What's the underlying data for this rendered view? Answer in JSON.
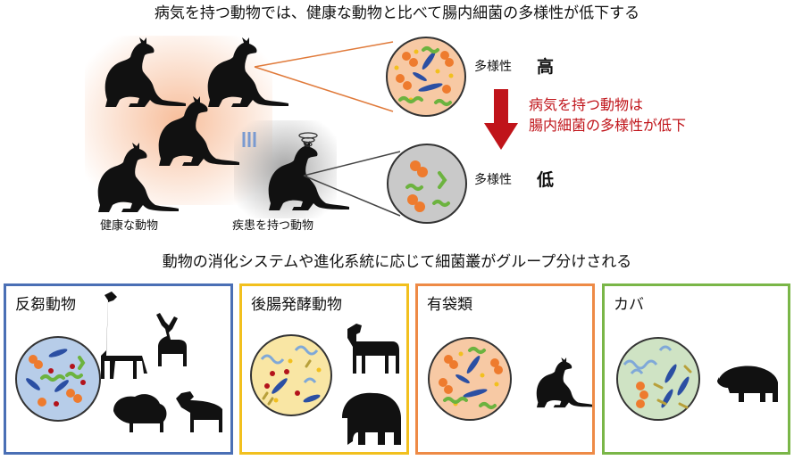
{
  "top_title": "病気を持つ動物では、健康な動物と比べて腸内細菌の多様性が低下する",
  "healthy_label": "健康な動物",
  "disease_label": "疾患を持つ動物",
  "diversity_label_high": "多様性",
  "diversity_value_high": "高",
  "diversity_label_low": "多様性",
  "diversity_value_low": "低",
  "arrow_note_line1": "病気を持つ動物は",
  "arrow_note_line2": "腸内細菌の多様性が低下",
  "bottom_title": "動物の消化システムや進化系統に応じて細菌叢がグループ分けされる",
  "panels": [
    {
      "title": "反芻動物",
      "color": "#4a6fb5"
    },
    {
      "title": "後腸発酵動物",
      "color": "#f2c01e"
    },
    {
      "title": "有袋類",
      "color": "#ee8a46"
    },
    {
      "title": "カバ",
      "color": "#7ab648"
    }
  ]
}
